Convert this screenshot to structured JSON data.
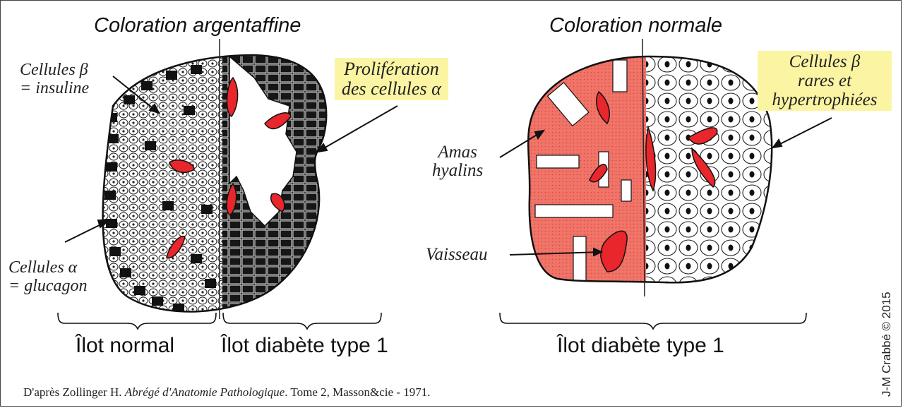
{
  "left_panel": {
    "title": "Coloration argentaffine",
    "label_beta": [
      "Cellules β",
      "= insuline"
    ],
    "label_alpha": [
      "Cellules α",
      "= glucagon"
    ],
    "label_prolif": [
      "Prolifération",
      "des cellules α"
    ],
    "caption_normal": "Îlot normal",
    "caption_diabetes": "Îlot diabète type 1"
  },
  "right_panel": {
    "title": "Coloration normale",
    "label_amas": [
      "Amas",
      "hyalins"
    ],
    "label_vaisseau": "Vaisseau",
    "label_beta_rare": [
      "Cellules β",
      "rares et",
      "hypertrophiées"
    ],
    "caption_diabetes": "Îlot diabète type 1"
  },
  "footer": {
    "prefix": "D'après Zollinger H. ",
    "book": "Abrégé d'Anatomie Pathologique",
    "suffix": ". Tome 2, Masson&cie - 1971."
  },
  "copyright": "J-M Crabbé © 2015",
  "colors": {
    "highlight": "#fbf5a3",
    "red": "#e8262b",
    "pink": "#ef6a5e",
    "ink": "#111111"
  }
}
